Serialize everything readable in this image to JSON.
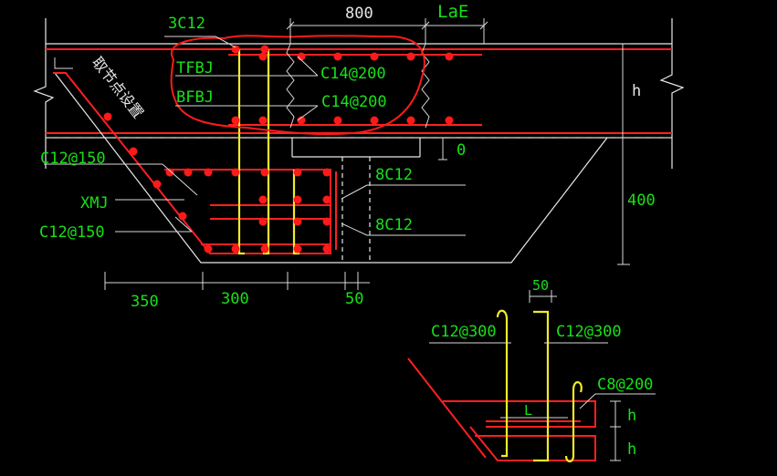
{
  "colors": {
    "background": "#000000",
    "rebar": "#ff2020",
    "stirrup": "#f2ea28",
    "annotation_text": "#18e018",
    "outline": "#e8e8e8"
  },
  "labels": {
    "top_corner_bars": "3C12",
    "top_dimension": "800",
    "anchorage": "LaE",
    "top_flange_bars": "TFBJ",
    "bottom_flange_bars": "BFBJ",
    "top_layer_spacing": "C14@200",
    "bottom_layer_spacing": "C14@200",
    "slope_text": "取节点设置",
    "slab_thickness": "h",
    "zero_offset": "0",
    "slope_bars_upper": "C12@150",
    "slope_bars_lower": "C12@150",
    "slope_mesh": "XMJ",
    "side_bars_upper": "8C12",
    "side_bars_lower": "8C12",
    "depth_400": "400",
    "bottom_dim_left": "350",
    "bottom_dim_mid": "300",
    "bottom_dim_right": "50"
  },
  "detail": {
    "dim_50": "50",
    "stirrup_left": "C12@300",
    "stirrup_right": "C12@300",
    "tie_bar": "C8@200",
    "lap_length": "L",
    "layer_h_upper": "h",
    "layer_h_lower": "h"
  }
}
